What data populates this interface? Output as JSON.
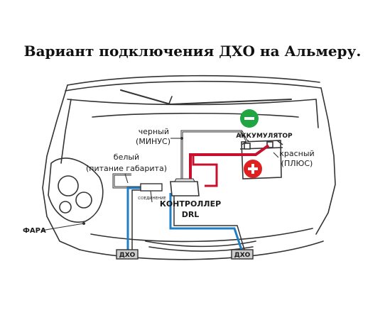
{
  "title": "Вариант подключения ДХО на Альмеру.",
  "labels": {
    "black": "черный",
    "minus": "(МИНУС)",
    "battery": "АККУМУЛЯТОР",
    "red": "красный",
    "plus": "(ПЛЮС)",
    "white": "белый",
    "parking_power": "(питание габарита)",
    "connection": "СОЕДИНЕНИЕ",
    "controller_line1": "КОНТРОЛЛЕР",
    "controller_line2": "DRL",
    "headlight": "ФАРА",
    "drl_left": "ДХО",
    "drl_right": "ДХО"
  },
  "colors": {
    "minus_badge": "#1fa542",
    "plus_badge": "#e02020",
    "red_wire": "#c8102e",
    "blue_wire": "#1f7fc4",
    "outline": "#333333"
  },
  "icons": {
    "minus": "minus-icon",
    "plus": "plus-icon"
  }
}
